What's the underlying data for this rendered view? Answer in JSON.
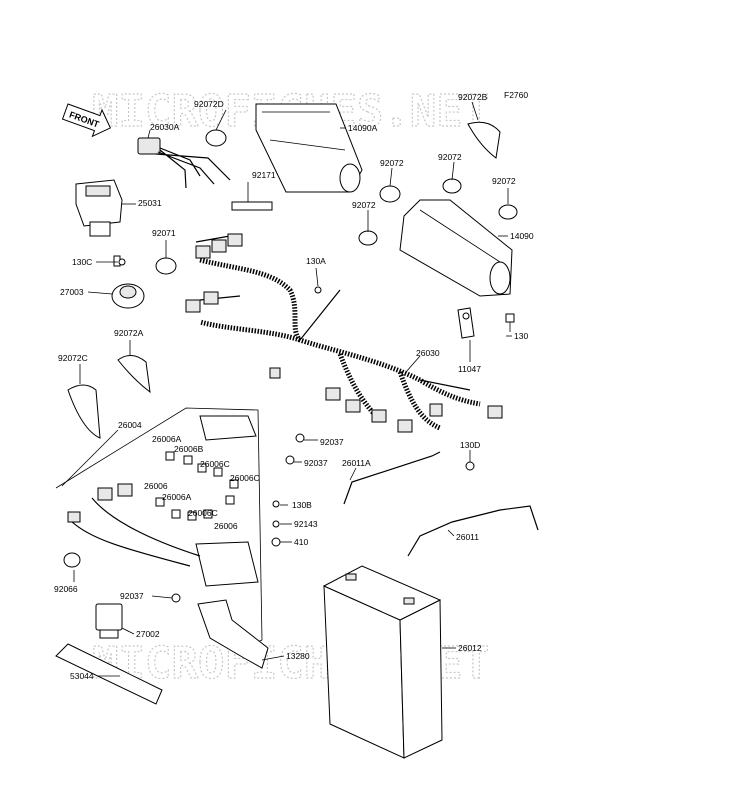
{
  "watermark": {
    "top": "MICROFICHES.NET",
    "bottom": "MICROFICHES.NET"
  },
  "figure_code": "F2760",
  "front_label": "FRONT",
  "labels": {
    "p92072D": "92072D",
    "p26030A": "26030A",
    "p14090A": "14090A",
    "p92072B": "92072B",
    "p92072_a": "92072",
    "p92072_b": "92072",
    "p92072_c": "92072",
    "p92072_d": "92072",
    "p92171": "92171",
    "p25031": "25031",
    "p92071": "92071",
    "p14090": "14090",
    "p130C": "130C",
    "p130A": "130A",
    "p27003": "27003",
    "p130": "130",
    "p92072A": "92072A",
    "p92072C": "92072C",
    "p11047": "11047",
    "p26030": "26030",
    "p26004": "26004",
    "p26006A_1": "26006A",
    "p26006B": "26006B",
    "p26006C_1": "26006C",
    "p26006C_2": "26006C",
    "p26006_1": "26006",
    "p26006A_2": "26006A",
    "p26006C_3": "26006C",
    "p26006_2": "26006",
    "p92037_1": "92037",
    "p92037_2": "92037",
    "p92037_3": "92037",
    "p26011A": "26011A",
    "p130D": "130D",
    "p130B": "130B",
    "p92143": "92143",
    "p410": "410",
    "p26011": "26011",
    "p92066": "92066",
    "p27002": "27002",
    "p13280": "13280",
    "p26012": "26012",
    "p53044": "53044"
  }
}
